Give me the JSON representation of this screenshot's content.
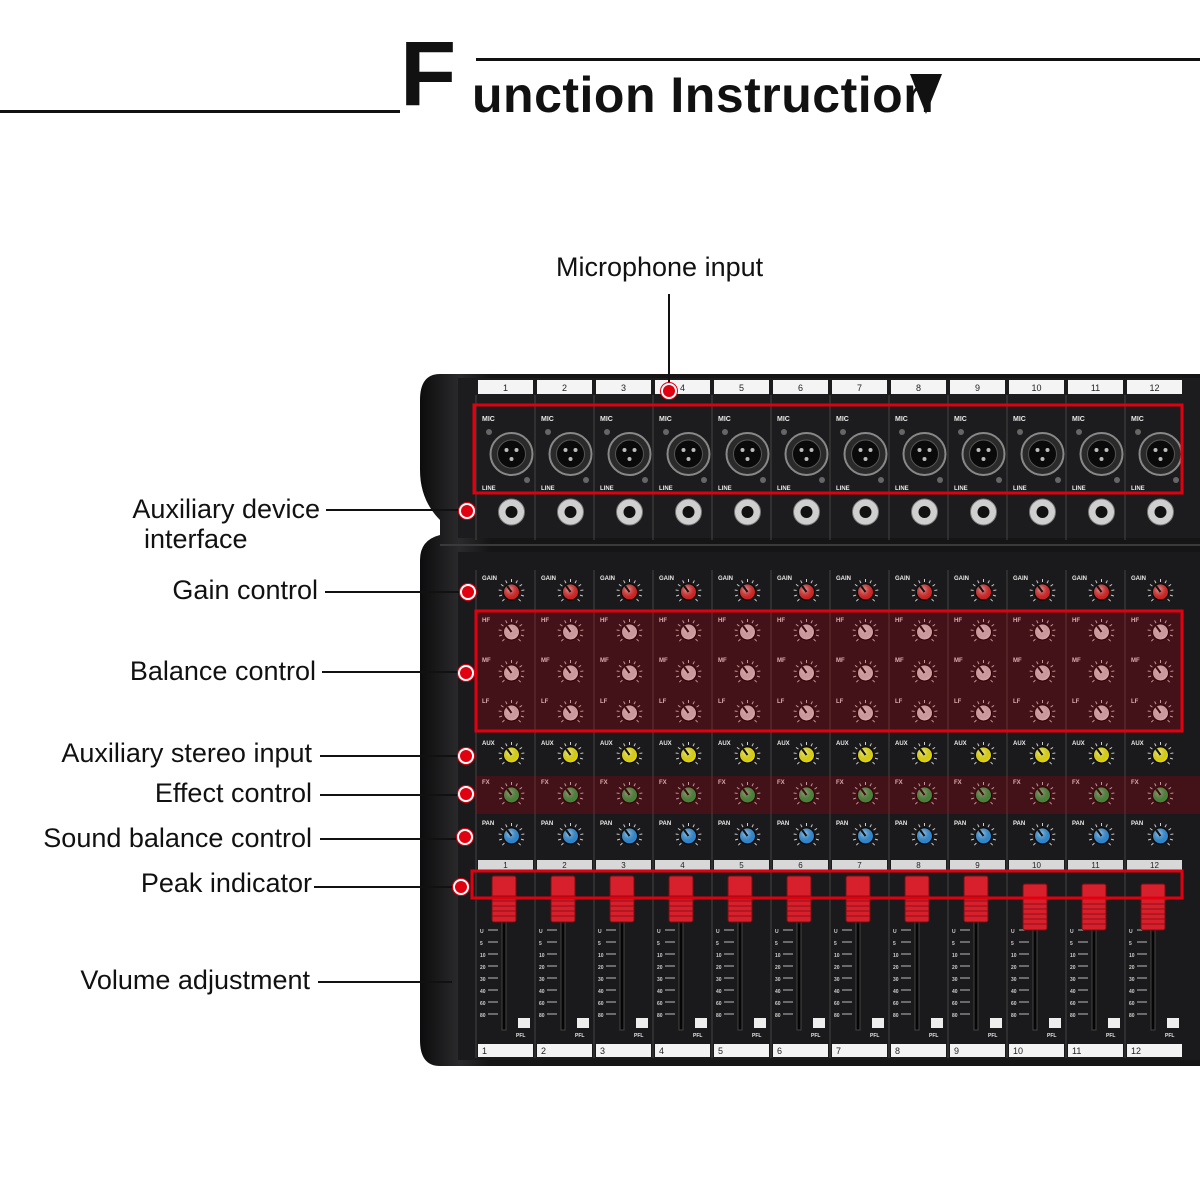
{
  "title": {
    "initial": "F",
    "rest": "unction Instruction"
  },
  "channels": [
    "1",
    "2",
    "3",
    "4",
    "5",
    "6",
    "7",
    "8",
    "9",
    "10",
    "11",
    "12"
  ],
  "panel": {
    "mic_label": "MIC",
    "line_label": "LINE",
    "gain_label": "GAIN",
    "hf_label": "HF",
    "mf_label": "MF",
    "lf_label": "LF",
    "aux_label": "AUX",
    "fx_label": "FX",
    "pan_label": "PAN",
    "pfl_label": "PFL",
    "fader_scale": [
      "U",
      "5",
      "10",
      "20",
      "30",
      "40",
      "60",
      "80"
    ]
  },
  "callouts": {
    "microphone_input": "Microphone input",
    "aux_device_line1": "Auxiliary device",
    "aux_device_line2": "interface",
    "gain_control": "Gain control",
    "balance_control": "Balance control",
    "aux_stereo_input": "Auxiliary stereo input",
    "effect_control": "Effect control",
    "sound_balance_control": "Sound balance control",
    "peak_indicator": "Peak indicator",
    "volume_adjustment": "Volume adjustment"
  },
  "colors": {
    "highlight": "#e0000f",
    "gain_knob": "#e0201f",
    "aux_knob": "#f2e600",
    "fx_knob": "#19c64a",
    "pan_knob": "#2a8fe0",
    "fader_cap": "#d8202c",
    "panel": "#1a1a1c"
  },
  "icons": {
    "title_arrow": "triangle-down-icon",
    "marker": "red-dot-icon"
  }
}
